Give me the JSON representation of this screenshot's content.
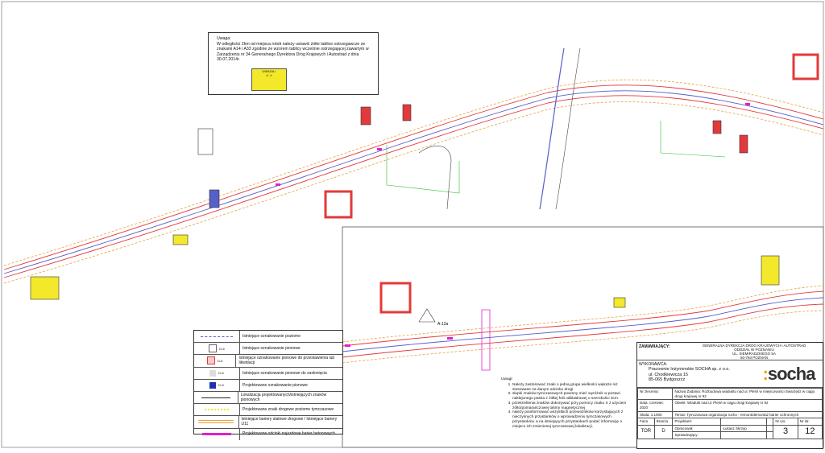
{
  "colors": {
    "road_red": "#e23a3a",
    "road_blue": "#5560c8",
    "road_orange": "#e8a040",
    "barrier_magenta": "#e020d0",
    "temp_green": "#30c030",
    "sign_yellow": "#f3e82a"
  },
  "note_top": {
    "title": "Uwaga:",
    "text": "W odległości 2km od miejsca robót należy ustawić żółte tablice ostrzegawcze ze znakami A14 i A33 zgodnie ze wzorem tablicy wcześnie ostrzegającej zawartym w Zarządzeniu nr 34 Generalnego Dyrektora Dróg Krajowych i Autostrad z dnia 30.07.2014r.",
    "sign_label": "UWAGA !"
  },
  "legend": [
    {
      "code": "",
      "label": "Istniejące oznakowanie poziome"
    },
    {
      "code": "D-6",
      "label": "Istniejące oznakowanie pionowe"
    },
    {
      "code": "D-6",
      "label": "Istniejące oznakowanie pionowe do przestawienia lub likwidacji"
    },
    {
      "code": "D-6",
      "label": "Istniejące oznakowanie pionowe do zasłonięcia"
    },
    {
      "code": "D-6",
      "label": "Projektowane oznakowanie pionowe"
    },
    {
      "code": "",
      "label": "Lokalizacja projektowanych/istniejących znaków pionowych"
    },
    {
      "code": "",
      "label": "Projektowane znaki drogowe poziome tymczasowe"
    },
    {
      "code": "",
      "label": "Istniejące bariery stalowe drogowe / Istniejące bariery U11"
    },
    {
      "code": "",
      "label": "Projektowane odcinki najazdowe barier betonowych"
    }
  ],
  "notes_bottom": {
    "title": "Uwagi:",
    "items": [
      "Należy zastosować znaki o jedną grupę wielkości większe niż stosowane na danym odcinku drogi",
      "słupki znaków tymczasowych powinny mieć wyróżnik w postaci naklejonego paska z żółtej folii odblaskowej o szerokości 3cm.",
      "przekreślenia znaków dokonywać przy pomocy znaku X z użyciem żółto/pomarańczowej taśmy magnetycznej",
      "należy poinformować wszystkich przewoźników korzystających z nieczynnych przystanków o wprowadzeniu tymczasowych przystanków, a na istniejących przystankach podać informację o miejscu ich zmienionej tymczasowej lokalizacji."
    ]
  },
  "title_block": {
    "client_label": "ZAMAWIAJĄCY:",
    "client": [
      "GENERALNA DYREKCJA DRÓG KRAJOWYCH I AUTOSTRAD",
      "ODDZIAŁ W POZNANIU",
      "UL. SIEMIRADZKIEGO 5A",
      "60-763 POZNAŃ"
    ],
    "contractor_label": "WYKONAWCA:",
    "contractor": [
      "Pracownie Inżynierskie SOCHA sp. z o.o.",
      "ul. Chodkiewicza 15",
      "85-065 Bydgoszcz"
    ],
    "logo": "socha",
    "order_label": "Nr zlecenia:",
    "task_label": "Nazwa Zadania:",
    "task": "Rozbudowa wiaduktu nad ul. Pleśń w miejscowości Swarzędz w ciągu drogi krajowej nr 92",
    "date_label": "Data:",
    "date": "czerwiec 2020",
    "object_label": "Obiekt:",
    "object": "Wiadukt nad ul. Pleśń w ciągu drogi krajowej nr 92",
    "scale_label": "Skala:",
    "scale": "1:1000",
    "topic_label": "Temat:",
    "topic": "Tymczasowa organizacja ruchu - remont/demontaż barier ochronnych",
    "phase_label": "Faza",
    "phase": "TOR",
    "branch_label": "Branża",
    "branch": "D",
    "designer_label": "Projektant:",
    "prepared_label": "Opracował:",
    "prepared": "Łukasz Skrzyp",
    "checker_label": "Sprawdzający:",
    "drawing_no_label": "Nr rys.",
    "drawing_no": "3",
    "page_no_label": "Nr str.",
    "page_no": "12"
  },
  "sign_codes": {
    "a": "A-12a",
    "b": "D-6"
  }
}
